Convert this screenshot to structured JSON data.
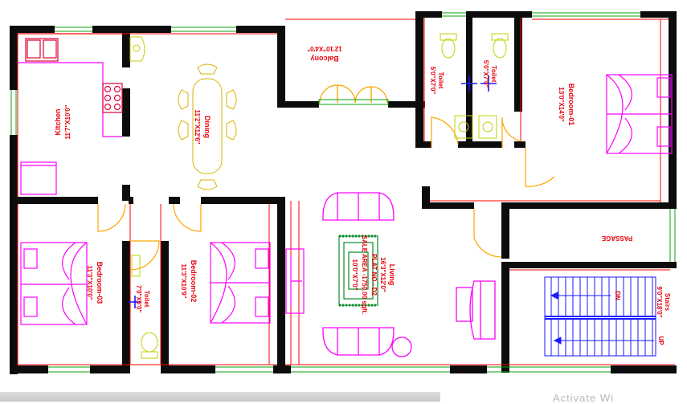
{
  "rooms": {
    "kitchen": {
      "name": "Kitchen",
      "size": "11'7\"X10'0\""
    },
    "dining": {
      "name": "Dining",
      "size": "11'2\"X12'6\""
    },
    "balcony": {
      "name": "Balcony",
      "size": "12'10\"X4'0\""
    },
    "toilet_top_left": {
      "name": "Toilet",
      "size": "5'0\"X7'0\""
    },
    "toilet_top_right": {
      "name": "Toilet",
      "size": "5'0\"X7'0\""
    },
    "bedroom_01": {
      "name": "Bedroom-01",
      "size": "13'0\"X14'0\""
    },
    "bedroom_03": {
      "name": "Bedroom-03",
      "size": "11'3\"X10'0\""
    },
    "toilet_small": {
      "name": "Toilet",
      "size": "7'0\"X5'0\""
    },
    "bedroom_02": {
      "name": "Bedroom-02",
      "size": "11'3\"X10'9\""
    },
    "living": {
      "name": "Living",
      "size": "16'3\"X12'0\""
    },
    "plat": {
      "line1": "PLAT NO - D2",
      "line2": "SALE AREA -1750.00 sqft.",
      "line3": "10'0\"X7'0\""
    },
    "passage": {
      "name": "PASSAGE"
    },
    "stairs": {
      "name": "Stairs",
      "size": "9'0\"X18'0\"",
      "dn": "DN",
      "up": "UP"
    }
  },
  "watermark": "Activate Wi",
  "colors": {
    "wall": "#000000",
    "wall_edge": "#ff0000",
    "door": "#ffa400",
    "furniture": "#ff00ff",
    "window": "#00a000",
    "label": "#e8000a",
    "stair": "#1a1aff",
    "rug": "#0a8a2a"
  }
}
